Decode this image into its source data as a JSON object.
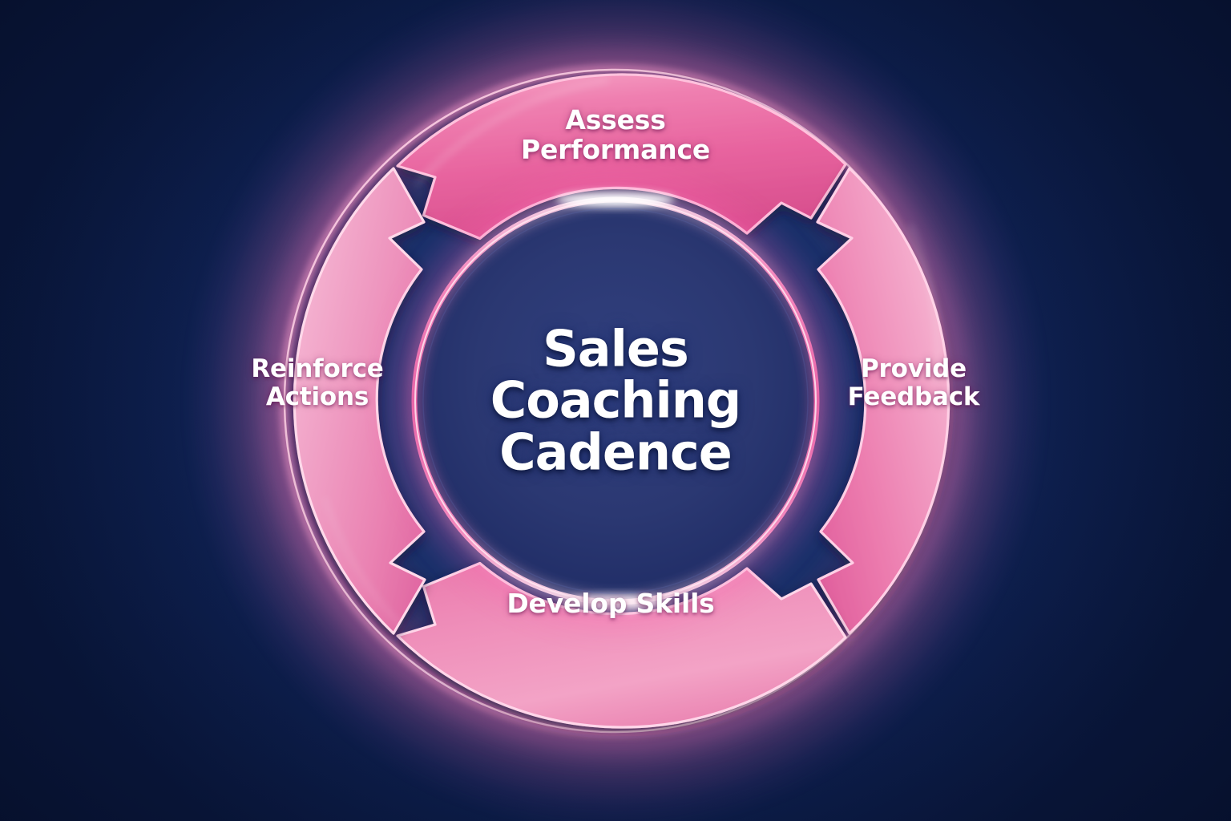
{
  "diagram": {
    "title": "Sales Coaching Cadence",
    "type": "cyclical-process-diagram",
    "center": {
      "line1": "Sales",
      "line2": "Coaching",
      "line3": "Cadence"
    },
    "steps": [
      {
        "id": "assess",
        "label_line1": "Assess",
        "label_line2": "Performance",
        "position": "top",
        "order": 1
      },
      {
        "id": "feedback",
        "label_line1": "Provide",
        "label_line2": "Feedback",
        "position": "right",
        "order": 2
      },
      {
        "id": "develop",
        "label_line1": "Develop Skills",
        "label_line2": "",
        "position": "bottom",
        "order": 3
      },
      {
        "id": "reinforce",
        "label_line1": "Reinforce",
        "label_line2": "Actions",
        "position": "left",
        "order": 4
      }
    ],
    "direction": "clockwise",
    "colors": {
      "background_dark": "#0c1d4a",
      "background_mid": "#2a4288",
      "center_fill": "#2e3a78",
      "arrow_pink": "#e8629f",
      "arrow_pink_light": "#f3a8c9",
      "arrow_edge_glow": "#ffb6d5",
      "neon_ring": "#ff7ab8",
      "text": "#ffffff"
    }
  }
}
